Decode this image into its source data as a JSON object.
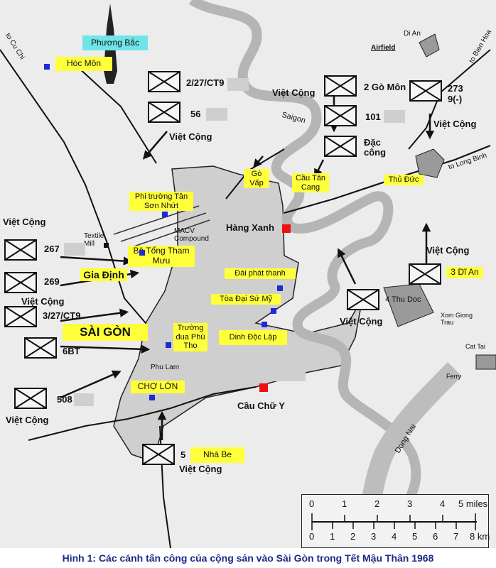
{
  "labels": {
    "phuong_bac": "Phương Bắc",
    "hoc_mon": "Hóc Môn",
    "u_2_27": "2/27/CT9",
    "u_56": "56",
    "vc_top_left": "Việt Cộng",
    "vc_top_mid": "Việt Cộng",
    "vc_top_right": "Việt Cộng",
    "u_2_go_mon": "2 Gò Môn",
    "u_273": "273",
    "u_9": "9(-)",
    "u_101": "101",
    "dac_cong": "Đặc công",
    "saigon_river": "Saigon",
    "di_an": "Di An",
    "airfield": "Airfield",
    "to_bien_hoa": "to Bien Hoa",
    "to_cu_chi": "to Cu Chi",
    "to_long_binh": "to Long Binh",
    "go_vap": "Gò Vấp",
    "cau_tan_cang": "Cầu Tân Cang",
    "thu_duc": "Thủ Đức",
    "phi_truong": "Phi trường Tân Sơn Nhứt",
    "hang_xanh": "Hàng Xanh",
    "macv": "MACV Compound",
    "textile": "Textile Mill",
    "vc_267_lbl": "Việt Cộng",
    "u_267": "267",
    "bo_tong": "Bộ Tổng Tham Mưu",
    "gia_dinh": "Gia Định",
    "u_269": "269",
    "vc_269_lbl": "Việt Cộng",
    "u_3_27": "3/27/CT9",
    "vc_right_mid": "Việt Cộng",
    "u_3_di_an": "3 Dĩ An",
    "dai_phat_thanh": "Đài phát thanh",
    "toa_dai_su": "Tòa Đại Sứ Mỹ",
    "u_4_thu_doc": "4 Thu Doc",
    "vc_thu_doc": "Việt Cộng",
    "xom_giong": "Xom Giong Trau",
    "sai_gon": "SÀI GÒN",
    "u_6bt": "6BT",
    "truong_dua": "Trường đua Phú Thọ",
    "dinh_doc_lap": "Dinh Độc Lập",
    "cat_tai": "Cat Tai",
    "phu_lam": "Phu Lam",
    "ferry": "Ferry",
    "u_508": "508",
    "cho_lon": "CHỢ LỚN",
    "cau_chu_y": "Cầu Chữ Y",
    "vc_508": "Việt Cộng",
    "dong_nai": "Dong Nai",
    "u_5": "5",
    "nha_be": "Nhà Be",
    "vc_bottom": "Việt Cộng"
  },
  "scale": {
    "miles_ticks": [
      "0",
      "1",
      "2",
      "3",
      "4",
      "5 miles"
    ],
    "km_ticks": [
      "0",
      "1",
      "2",
      "3",
      "4",
      "5",
      "6",
      "7",
      "8 km"
    ]
  },
  "caption": "Hình 1: Các cánh tấn công của cộng sản vào Sài Gòn trong Tết Mậu Thân 1968",
  "colors": {
    "highlight": "#ffff3a",
    "marker_blue": "#1b2bd6",
    "marker_red": "#ef1010",
    "caption_text": "#1a2a8a",
    "city_fill": "#cfcfcf"
  }
}
